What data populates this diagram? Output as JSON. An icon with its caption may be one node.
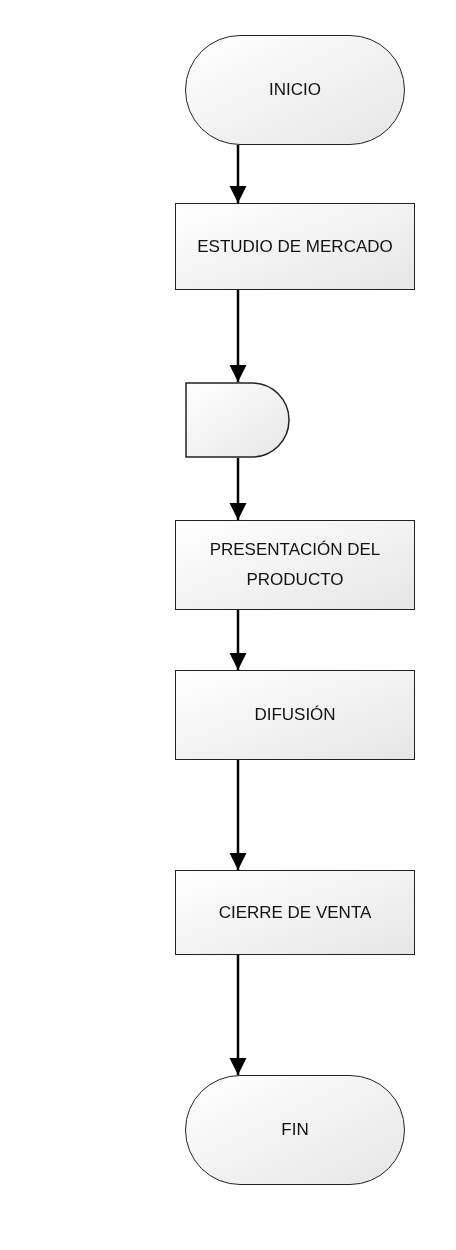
{
  "diagram": {
    "nodes": [
      {
        "text": [
          "INICIO"
        ]
      },
      {
        "text": [
          "ESTUDIO DE MERCADO"
        ]
      },
      {
        "text": [],
        "shape": "delay"
      },
      {
        "text": [
          "PRESENTACIÓN DEL PRODUCTO"
        ]
      },
      {
        "text": [
          "DIFUSIÓN"
        ]
      },
      {
        "text": [
          "CIERRE DE VENTA"
        ]
      },
      {
        "text": [
          "FIN"
        ]
      }
    ],
    "edges": [
      {
        "from": 0,
        "to": 1,
        "arrow": "to"
      },
      {
        "from": 1,
        "to": 2,
        "arrow": "to"
      },
      {
        "from": 2,
        "to": 3,
        "arrow": "to"
      },
      {
        "from": 3,
        "to": 4,
        "arrow": "to"
      },
      {
        "from": 4,
        "to": 5,
        "arrow": "to"
      },
      {
        "from": 5,
        "to": 6,
        "arrow": "to"
      }
    ]
  }
}
